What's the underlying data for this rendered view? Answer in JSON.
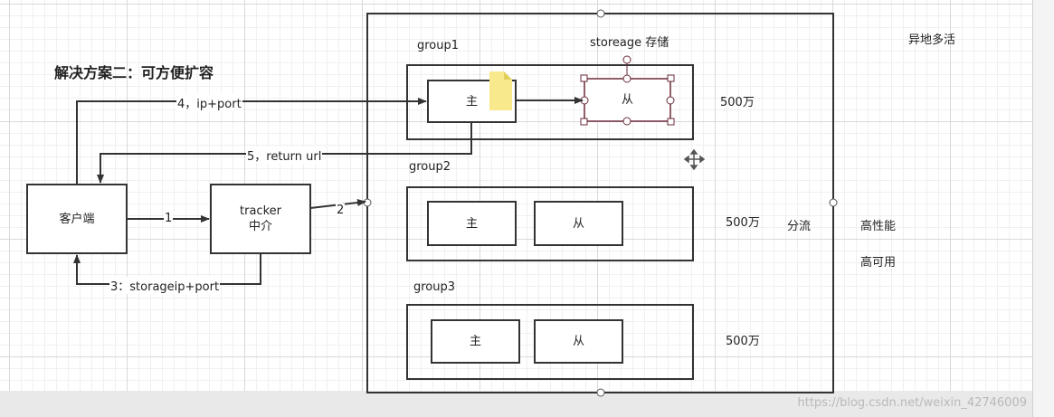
{
  "title": "解决方案二：可方便扩容",
  "top_right_note": "异地多活",
  "client": {
    "label": "客户端"
  },
  "tracker": {
    "line1": "tracker",
    "line2": "中介"
  },
  "storage_label": "storeage 存储",
  "arrows": {
    "a1": "1",
    "a2": "2",
    "a3": "3：storageip+port",
    "a4": "4，ip+port",
    "a5": "5，return url"
  },
  "groups": [
    {
      "name": "group1",
      "master": "主",
      "slave": "从",
      "capacity": "500万"
    },
    {
      "name": "group2",
      "master": "主",
      "slave": "从",
      "capacity": "500万"
    },
    {
      "name": "group3",
      "master": "主",
      "slave": "从",
      "capacity": "500万"
    }
  ],
  "side_notes": {
    "split": "分流",
    "high_perf": "高性能",
    "high_avail": "高可用"
  },
  "watermark": "https://blog.csdn.net/weixin_42746009"
}
